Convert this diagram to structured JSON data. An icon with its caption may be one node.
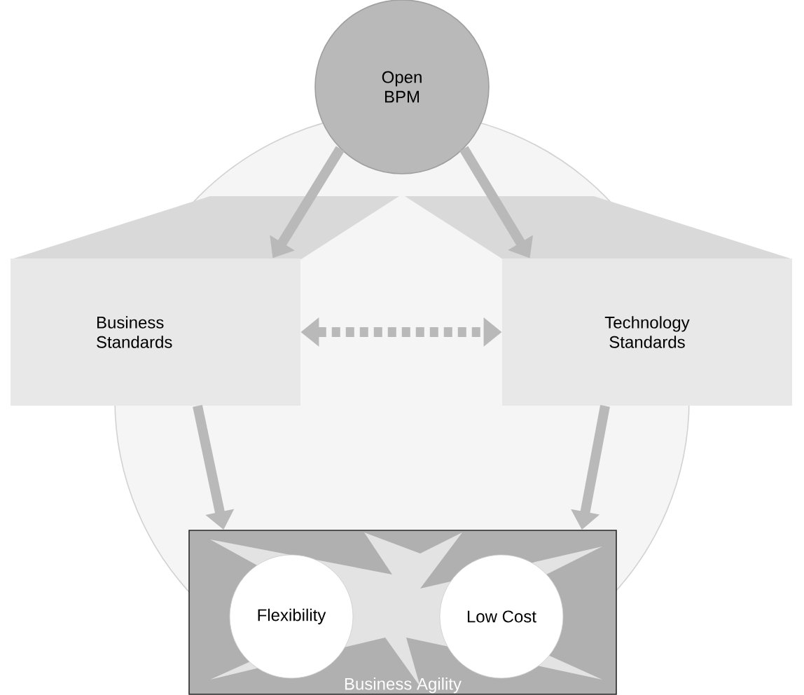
{
  "diagram": {
    "nodes": [
      {
        "text": [
          "Open BPM"
        ]
      },
      {
        "text": [
          "Business Standards"
        ]
      },
      {
        "text": [
          "Technology Standards"
        ]
      },
      {
        "text": [
          "Business Agility"
        ]
      },
      {
        "text": [
          "Flexibility"
        ],
        "in": 3
      },
      {
        "text": [
          "Low Cost"
        ],
        "in": 3
      }
    ],
    "edges": [
      {
        "from": 0,
        "to": 1,
        "arrow": "to"
      },
      {
        "from": 0,
        "to": 2,
        "arrow": "to"
      },
      {
        "from": 1,
        "to": 2,
        "arrow": "both",
        "style": "dashed"
      },
      {
        "from": 1,
        "to": 3,
        "arrow": "to"
      },
      {
        "from": 2,
        "to": 3,
        "arrow": "to"
      }
    ]
  }
}
